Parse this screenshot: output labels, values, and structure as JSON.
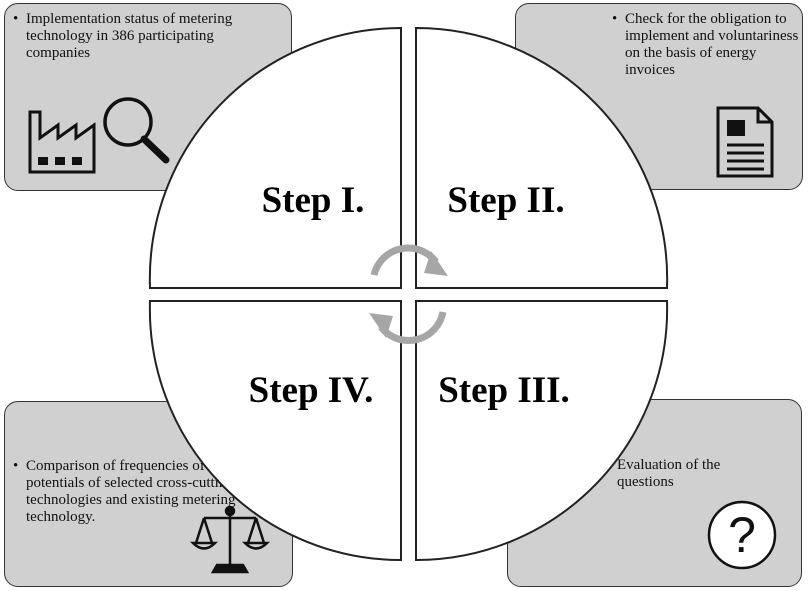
{
  "steps": {
    "step1": "Step I.",
    "step2": "Step II.",
    "step3": "Step III.",
    "step4": "Step IV."
  },
  "boxes": {
    "top_left": {
      "bullet": "•",
      "text": "Implementation status of metering technology in 386 participating companies",
      "icon": "factory-magnifier-icon"
    },
    "top_right": {
      "bullet": "•",
      "text": "Check for the obligation to implement and voluntariness on the basis of energy invoices",
      "icon": "document-icon"
    },
    "bottom_left": {
      "bullet": "•",
      "text": "Comparison of frequencies of efficiency potentials of selected cross-cutting technologies and existing metering technology.",
      "icon": "scales-icon"
    },
    "bottom_right": {
      "text": "Evaluation of the questions",
      "icon": "question-mark-icon"
    }
  },
  "colors": {
    "box_fill": "#d0d0d0",
    "outline": "#333333",
    "arrows": "#a6a6a6"
  }
}
